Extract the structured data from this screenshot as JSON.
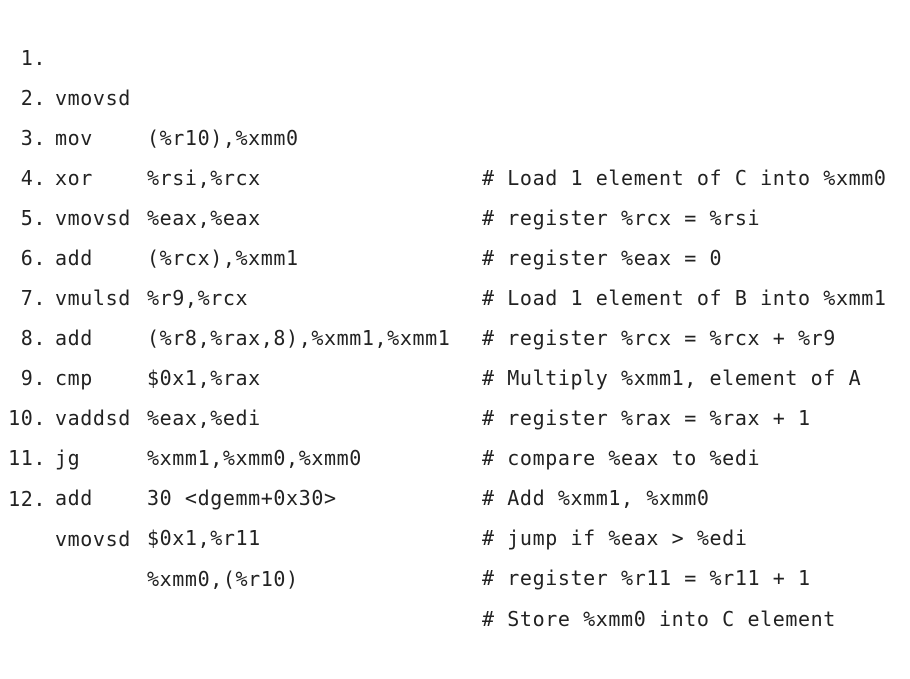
{
  "lines": [
    {
      "num": "1.",
      "op": "vmovsd",
      "args": "(%r10),%xmm0",
      "comment": "# Load 1 element of C into %xmm0"
    },
    {
      "num": "2.",
      "op": "mov",
      "args": "%rsi,%rcx",
      "comment": "# register %rcx = %rsi"
    },
    {
      "num": "3.",
      "op": "xor",
      "args": "%eax,%eax",
      "comment": "# register %eax = 0"
    },
    {
      "num": "4.",
      "op": "vmovsd",
      "args": "(%rcx),%xmm1",
      "comment": "# Load 1 element of B into %xmm1"
    },
    {
      "num": "5.",
      "op": "add",
      "args": "%r9,%rcx",
      "comment": "# register %rcx = %rcx + %r9"
    },
    {
      "num": "6.",
      "op": "vmulsd",
      "args": "(%r8,%rax,8),%xmm1,%xmm1",
      "comment": "# Multiply %xmm1, element of A"
    },
    {
      "num": "7.",
      "op": "add",
      "args": "$0x1,%rax",
      "comment": "# register %rax = %rax + 1"
    },
    {
      "num": "8.",
      "op": "cmp",
      "args": "%eax,%edi",
      "comment": "# compare %eax to %edi"
    },
    {
      "num": "9.",
      "op": "vaddsd",
      "args": "%xmm1,%xmm0,%xmm0",
      "comment": "# Add %xmm1, %xmm0"
    },
    {
      "num": "10.",
      "op": "jg",
      "args": "30 <dgemm+0x30>",
      "comment": "# jump if %eax > %edi"
    },
    {
      "num": "11.",
      "op": "add",
      "args": "$0x1,%r11",
      "comment": "# register %r11 = %r11 + 1"
    },
    {
      "num": "12.",
      "op": "vmovsd",
      "args": "%xmm0,(%r10)",
      "comment": "# Store %xmm0 into C element"
    }
  ]
}
